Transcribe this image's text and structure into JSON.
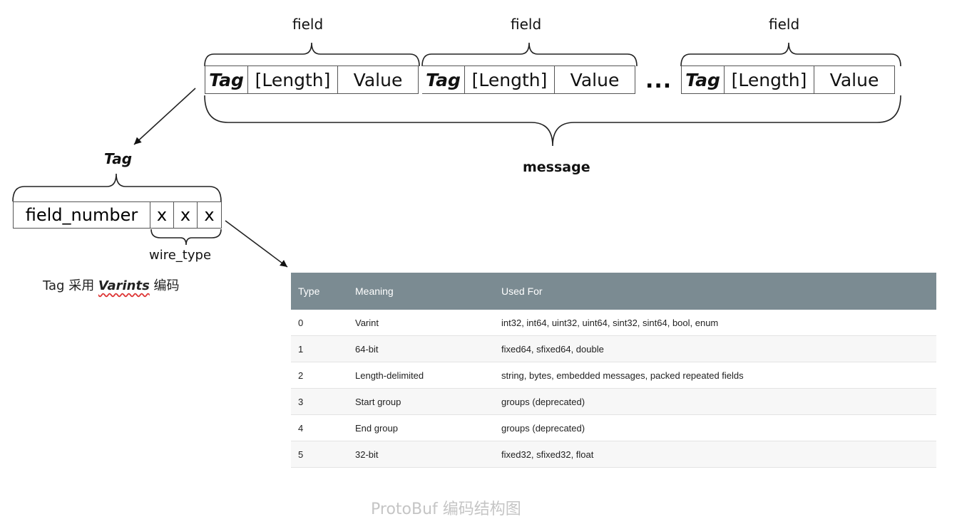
{
  "top": {
    "brace_label": "field",
    "fields": [
      {
        "tag": "Tag",
        "length": "[Length]",
        "value": "Value"
      },
      {
        "tag": "Tag",
        "length": "[Length]",
        "value": "Value"
      },
      {
        "tag": "Tag",
        "length": "[Length]",
        "value": "Value"
      }
    ],
    "ellipsis": "...",
    "message_label": "message"
  },
  "tag_section": {
    "title": "Tag",
    "field_number": "field_number",
    "bits": [
      "x",
      "x",
      "x"
    ],
    "wire_type_label": "wire_type",
    "caption_prefix": "Tag 采用 ",
    "caption_varints": "Varints",
    "caption_suffix": " 编码"
  },
  "table": {
    "headers": [
      "Type",
      "Meaning",
      "Used For"
    ],
    "rows": [
      [
        "0",
        "Varint",
        "int32, int64, uint32, uint64, sint32, sint64, bool, enum"
      ],
      [
        "1",
        "64-bit",
        "fixed64, sfixed64, double"
      ],
      [
        "2",
        "Length-delimited",
        "string, bytes, embedded messages, packed repeated fields"
      ],
      [
        "3",
        "Start group",
        "groups (deprecated)"
      ],
      [
        "4",
        "End group",
        "groups (deprecated)"
      ],
      [
        "5",
        "32-bit",
        "fixed32, sfixed32, float"
      ]
    ]
  },
  "caption": "ProtoBuf 编码结构图",
  "colors": {
    "table_header": "#7b8b92",
    "caption": "#c5c5c5"
  }
}
